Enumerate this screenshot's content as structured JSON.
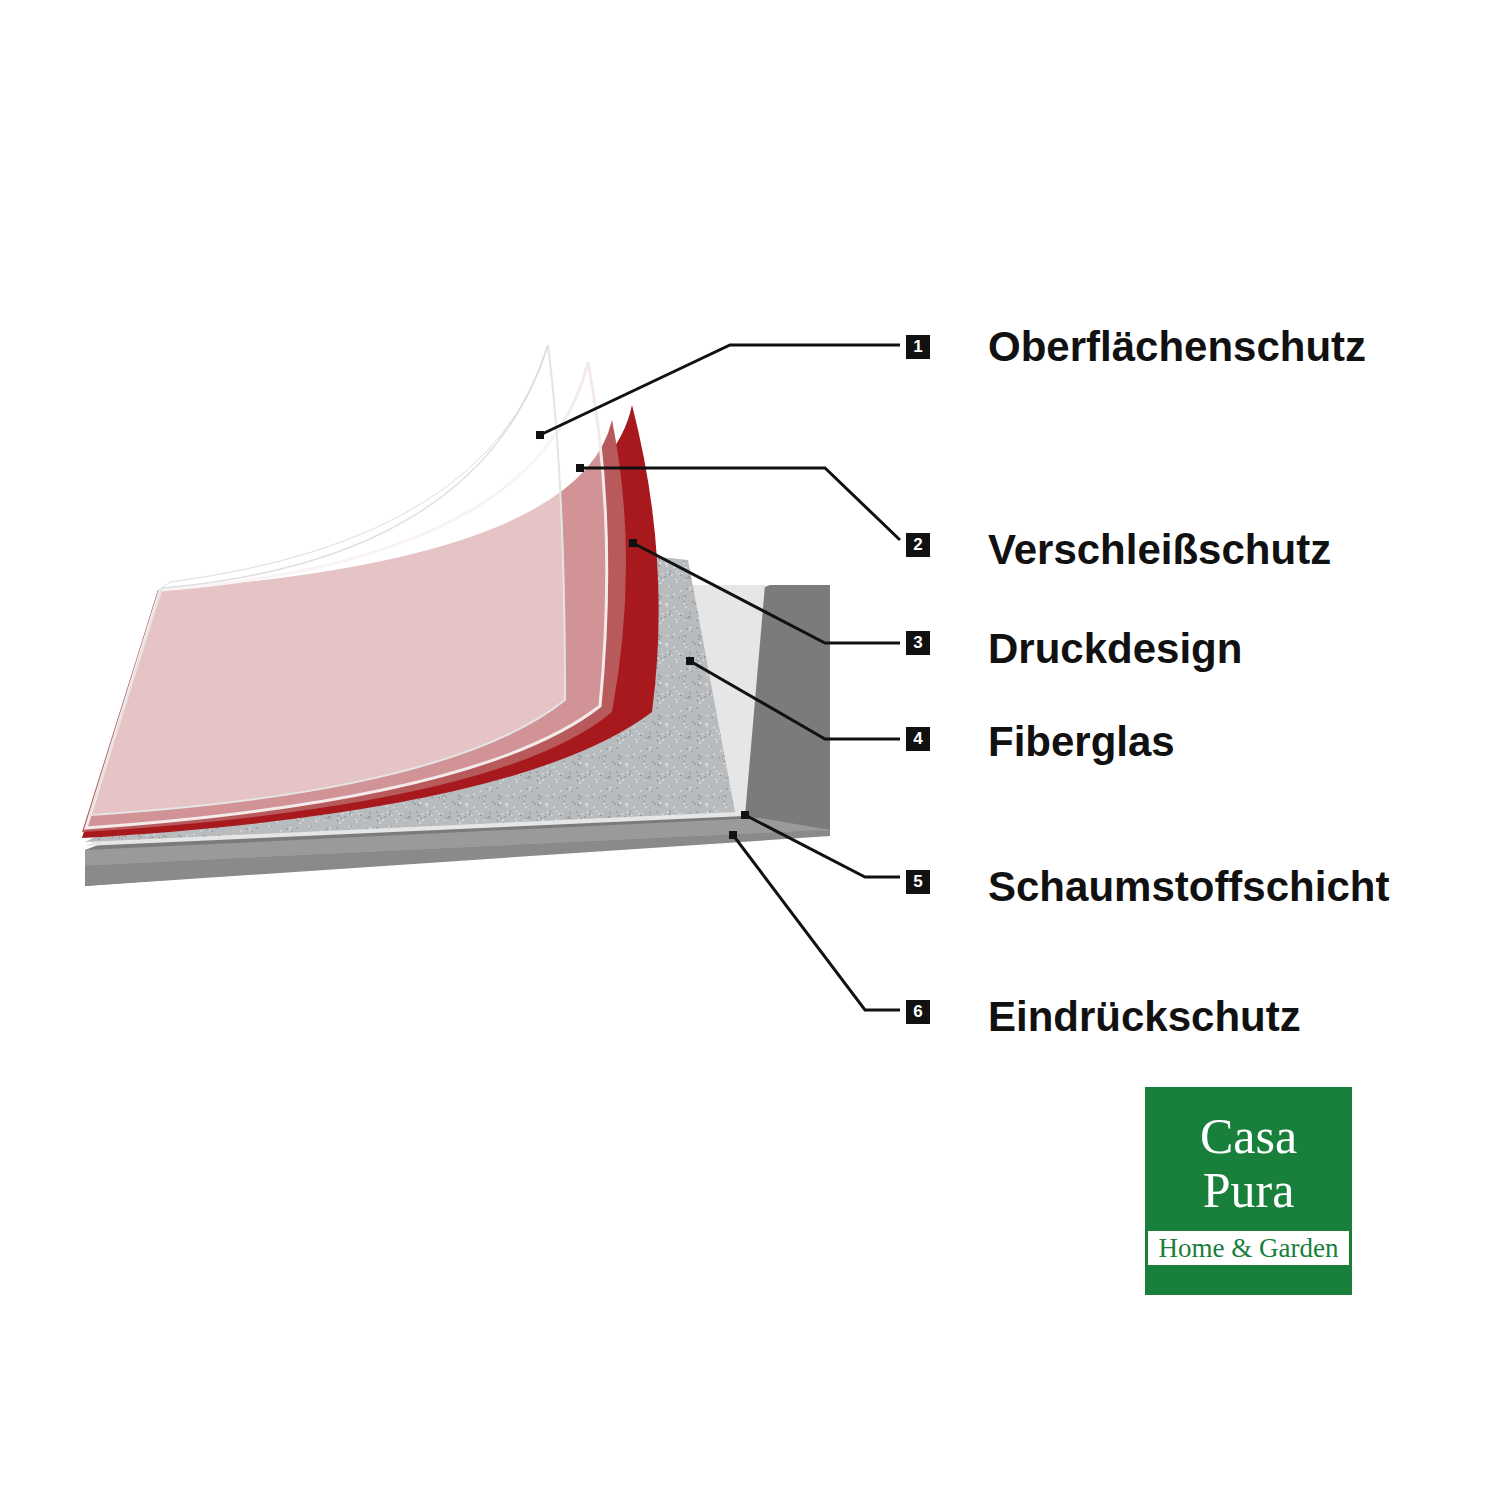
{
  "diagram": {
    "nodes": [
      {
        "text": [
          "Casa Pura",
          "Home & Garden"
        ]
      }
    ],
    "labels": [
      "1",
      "Oberflächenschutz",
      "2",
      "Verschleißschutz",
      "3",
      "Druckdesign",
      "4",
      "Fiberglas",
      "5",
      "Schaumstoffschicht",
      "6",
      "Eindrückschutz"
    ]
  }
}
